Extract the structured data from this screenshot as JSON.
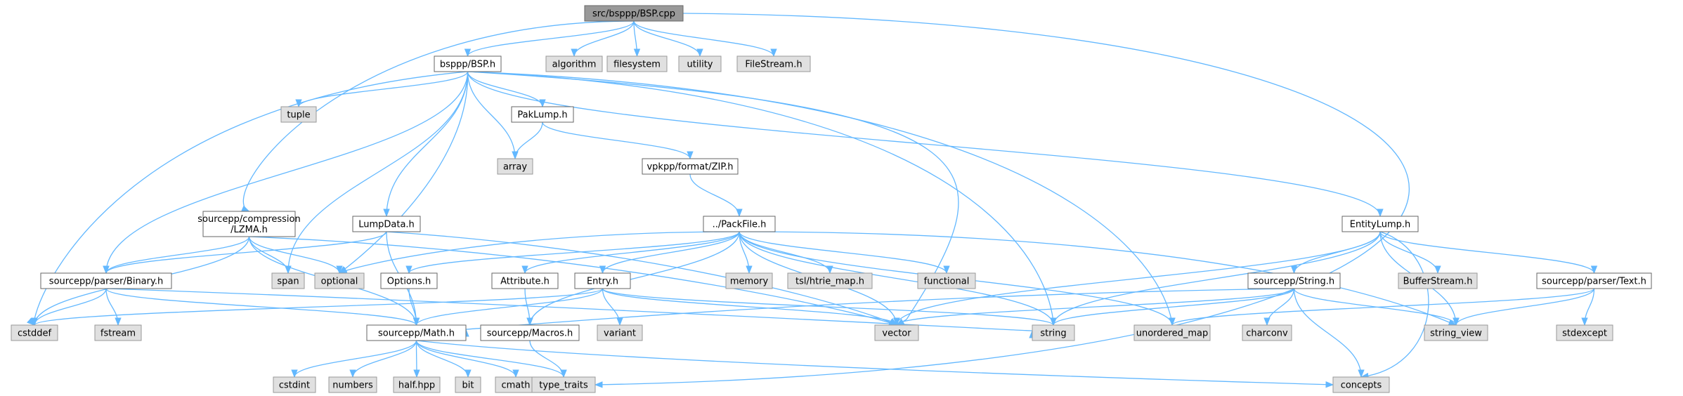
{
  "colors": {
    "root_fill": "#999999",
    "root_border": "#666666",
    "header_fill": "#ffffff",
    "header_border": "#666666",
    "system_fill": "#e0e0e0",
    "system_border": "#999999",
    "edge": "#63b8ff"
  },
  "nodes": [
    {
      "id": "bsp_cpp",
      "lines": [
        "src/bsppp/BSP.cpp"
      ],
      "kind": "root"
    },
    {
      "id": "bsp_h",
      "lines": [
        "bsppp/BSP.h"
      ],
      "kind": "header"
    },
    {
      "id": "algorithm",
      "lines": [
        "algorithm"
      ],
      "kind": "system"
    },
    {
      "id": "filesystem",
      "lines": [
        "filesystem"
      ],
      "kind": "system"
    },
    {
      "id": "utility",
      "lines": [
        "utility"
      ],
      "kind": "system"
    },
    {
      "id": "filestream",
      "lines": [
        "FileStream.h"
      ],
      "kind": "system"
    },
    {
      "id": "tuple",
      "lines": [
        "tuple"
      ],
      "kind": "system"
    },
    {
      "id": "paklump",
      "lines": [
        "PakLump.h"
      ],
      "kind": "header"
    },
    {
      "id": "array",
      "lines": [
        "array"
      ],
      "kind": "system"
    },
    {
      "id": "zip",
      "lines": [
        "vpkpp/format/ZIP.h"
      ],
      "kind": "header"
    },
    {
      "id": "lzma",
      "lines": [
        "sourcepp/compression",
        "/LZMA.h"
      ],
      "kind": "header"
    },
    {
      "id": "lumpdata",
      "lines": [
        "LumpData.h"
      ],
      "kind": "header"
    },
    {
      "id": "packfile",
      "lines": [
        "../PackFile.h"
      ],
      "kind": "header"
    },
    {
      "id": "entitylump",
      "lines": [
        "EntityLump.h"
      ],
      "kind": "header"
    },
    {
      "id": "binary",
      "lines": [
        "sourcepp/parser/Binary.h"
      ],
      "kind": "header"
    },
    {
      "id": "span",
      "lines": [
        "span"
      ],
      "kind": "system"
    },
    {
      "id": "optional",
      "lines": [
        "optional"
      ],
      "kind": "system"
    },
    {
      "id": "options",
      "lines": [
        "Options.h"
      ],
      "kind": "header"
    },
    {
      "id": "attribute",
      "lines": [
        "Attribute.h"
      ],
      "kind": "header"
    },
    {
      "id": "entry",
      "lines": [
        "Entry.h"
      ],
      "kind": "header"
    },
    {
      "id": "memory",
      "lines": [
        "memory"
      ],
      "kind": "system"
    },
    {
      "id": "htrie",
      "lines": [
        "tsl/htrie_map.h"
      ],
      "kind": "system"
    },
    {
      "id": "functional",
      "lines": [
        "functional"
      ],
      "kind": "system"
    },
    {
      "id": "string_h",
      "lines": [
        "sourcepp/String.h"
      ],
      "kind": "header"
    },
    {
      "id": "bufferstream",
      "lines": [
        "BufferStream.h"
      ],
      "kind": "system"
    },
    {
      "id": "text",
      "lines": [
        "sourcepp/parser/Text.h"
      ],
      "kind": "header"
    },
    {
      "id": "cstddef",
      "lines": [
        "cstddef"
      ],
      "kind": "system"
    },
    {
      "id": "fstream",
      "lines": [
        "fstream"
      ],
      "kind": "system"
    },
    {
      "id": "math",
      "lines": [
        "sourcepp/Math.h"
      ],
      "kind": "header"
    },
    {
      "id": "macros",
      "lines": [
        "sourcepp/Macros.h"
      ],
      "kind": "header"
    },
    {
      "id": "variant",
      "lines": [
        "variant"
      ],
      "kind": "system"
    },
    {
      "id": "vector",
      "lines": [
        "vector"
      ],
      "kind": "system"
    },
    {
      "id": "string",
      "lines": [
        "string"
      ],
      "kind": "system"
    },
    {
      "id": "unordered_map",
      "lines": [
        "unordered_map"
      ],
      "kind": "system"
    },
    {
      "id": "charconv",
      "lines": [
        "charconv"
      ],
      "kind": "system"
    },
    {
      "id": "string_view",
      "lines": [
        "string_view"
      ],
      "kind": "system"
    },
    {
      "id": "stdexcept",
      "lines": [
        "stdexcept"
      ],
      "kind": "system"
    },
    {
      "id": "cstdint",
      "lines": [
        "cstdint"
      ],
      "kind": "system"
    },
    {
      "id": "numbers",
      "lines": [
        "numbers"
      ],
      "kind": "system"
    },
    {
      "id": "halfhpp",
      "lines": [
        "half.hpp"
      ],
      "kind": "system"
    },
    {
      "id": "bit",
      "lines": [
        "bit"
      ],
      "kind": "system"
    },
    {
      "id": "cmath",
      "lines": [
        "cmath"
      ],
      "kind": "system"
    },
    {
      "id": "type_traits",
      "lines": [
        "type_traits"
      ],
      "kind": "system"
    },
    {
      "id": "concepts",
      "lines": [
        "concepts"
      ],
      "kind": "system"
    }
  ],
  "edges": [
    [
      "bsp_cpp",
      "bsp_h"
    ],
    [
      "bsp_cpp",
      "algorithm"
    ],
    [
      "bsp_cpp",
      "filesystem"
    ],
    [
      "bsp_cpp",
      "utility"
    ],
    [
      "bsp_cpp",
      "filestream"
    ],
    [
      "bsp_cpp",
      "lzma"
    ],
    [
      "bsp_cpp",
      "type_traits"
    ],
    [
      "bsp_h",
      "tuple"
    ],
    [
      "bsp_h",
      "paklump"
    ],
    [
      "bsp_h",
      "array"
    ],
    [
      "bsp_h",
      "lumpdata"
    ],
    [
      "bsp_h",
      "entitylump"
    ],
    [
      "bsp_h",
      "binary"
    ],
    [
      "bsp_h",
      "span"
    ],
    [
      "bsp_h",
      "optional"
    ],
    [
      "bsp_h",
      "cstddef"
    ],
    [
      "bsp_h",
      "vector"
    ],
    [
      "bsp_h",
      "string"
    ],
    [
      "bsp_h",
      "unordered_map"
    ],
    [
      "paklump",
      "array"
    ],
    [
      "paklump",
      "zip"
    ],
    [
      "zip",
      "packfile"
    ],
    [
      "lzma",
      "binary"
    ],
    [
      "lzma",
      "span"
    ],
    [
      "lzma",
      "optional"
    ],
    [
      "lzma",
      "cstddef"
    ],
    [
      "lzma",
      "math"
    ],
    [
      "lzma",
      "vector"
    ],
    [
      "lumpdata",
      "binary"
    ],
    [
      "lumpdata",
      "math"
    ],
    [
      "lumpdata",
      "vector"
    ],
    [
      "packfile",
      "optional"
    ],
    [
      "packfile",
      "options"
    ],
    [
      "packfile",
      "attribute"
    ],
    [
      "packfile",
      "entry"
    ],
    [
      "packfile",
      "memory"
    ],
    [
      "packfile",
      "htrie"
    ],
    [
      "packfile",
      "functional"
    ],
    [
      "packfile",
      "macros"
    ],
    [
      "packfile",
      "vector"
    ],
    [
      "packfile",
      "string"
    ],
    [
      "packfile",
      "unordered_map"
    ],
    [
      "packfile",
      "string_view"
    ],
    [
      "entitylump",
      "string_h"
    ],
    [
      "entitylump",
      "bufferstream"
    ],
    [
      "entitylump",
      "text"
    ],
    [
      "entitylump",
      "vector"
    ],
    [
      "entitylump",
      "string"
    ],
    [
      "entitylump",
      "string_view"
    ],
    [
      "entitylump",
      "concepts"
    ],
    [
      "binary",
      "cstddef"
    ],
    [
      "binary",
      "fstream"
    ],
    [
      "binary",
      "math"
    ],
    [
      "binary",
      "string"
    ],
    [
      "options",
      "math"
    ],
    [
      "attribute",
      "macros"
    ],
    [
      "entry",
      "cstddef"
    ],
    [
      "entry",
      "math"
    ],
    [
      "entry",
      "variant"
    ],
    [
      "entry",
      "vector"
    ],
    [
      "entry",
      "string"
    ],
    [
      "string_h",
      "math"
    ],
    [
      "string_h",
      "vector"
    ],
    [
      "string_h",
      "string"
    ],
    [
      "string_h",
      "charconv"
    ],
    [
      "string_h",
      "string_view"
    ],
    [
      "string_h",
      "concepts"
    ],
    [
      "text",
      "unordered_map"
    ],
    [
      "text",
      "string_view"
    ],
    [
      "text",
      "stdexcept"
    ],
    [
      "math",
      "cstdint"
    ],
    [
      "math",
      "numbers"
    ],
    [
      "math",
      "halfhpp"
    ],
    [
      "math",
      "bit"
    ],
    [
      "math",
      "cmath"
    ],
    [
      "math",
      "type_traits"
    ],
    [
      "math",
      "concepts"
    ],
    [
      "macros",
      "type_traits"
    ]
  ]
}
